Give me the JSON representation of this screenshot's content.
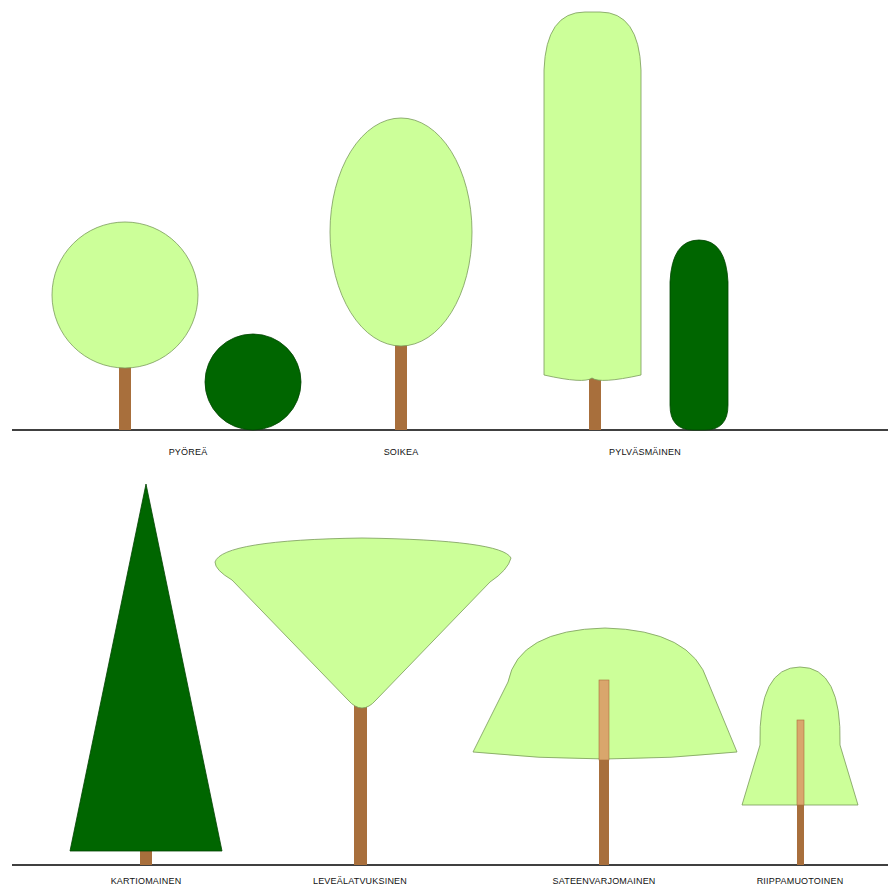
{
  "diagram": {
    "labels": [
      "PYÖREÄ",
      "SOIKEA",
      "PYLVÄSMÄINEN",
      "KARTIOMAINEN",
      "LEVEÄLATVUKSINEN",
      "SATEENVARJOMAINEN",
      "RIIPPAMUOTOINEN"
    ]
  }
}
